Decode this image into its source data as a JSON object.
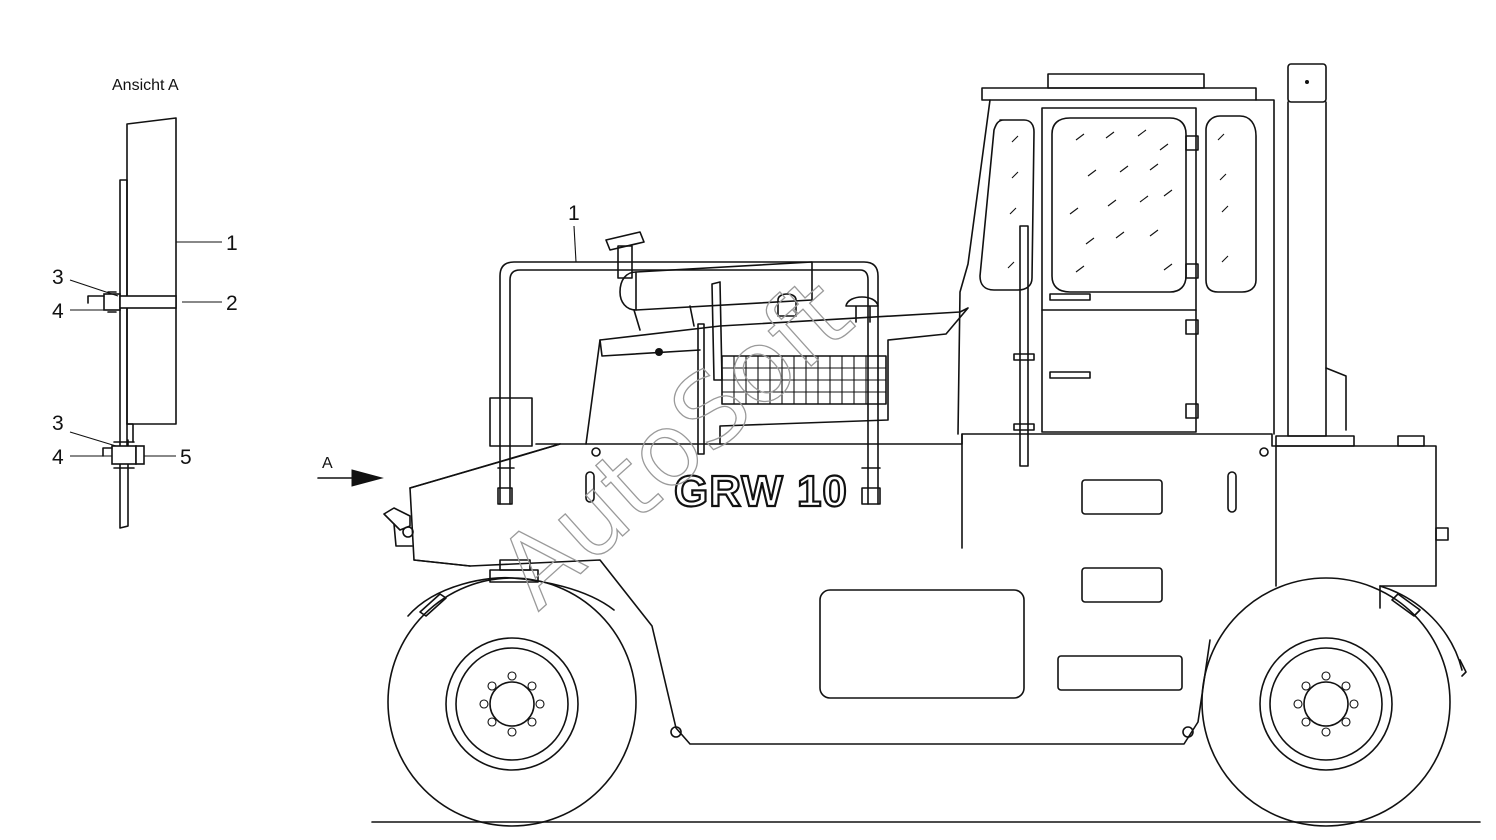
{
  "view_caption": "Ansicht A",
  "view_arrow_label": "A",
  "model_lettering": "GRW 10",
  "watermark": "AutoSoft",
  "callouts_side": [
    "1"
  ],
  "callouts_detail": {
    "right": [
      "1",
      "2",
      "5"
    ],
    "left": [
      "3",
      "4",
      "3",
      "4"
    ]
  }
}
